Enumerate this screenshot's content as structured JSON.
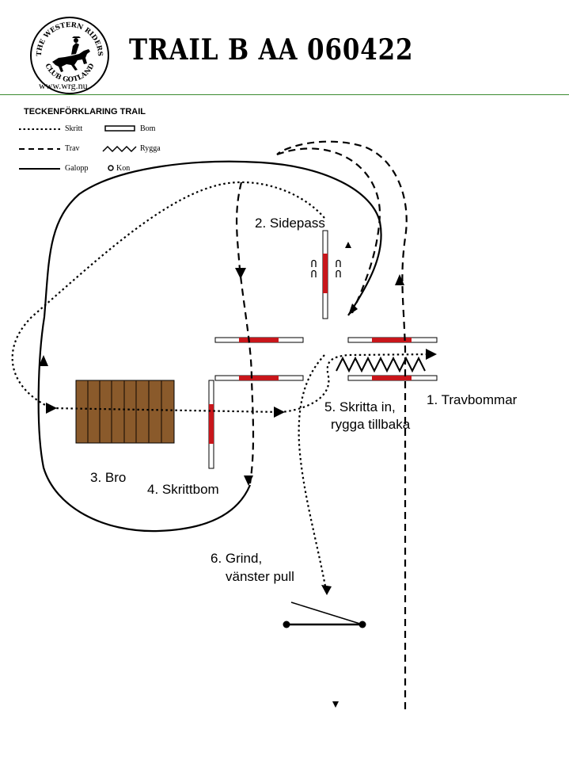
{
  "header": {
    "title": "TRAIL B AA 060422",
    "website": "www.wrg.nu",
    "logo_top_text": "THE WESTERN RIDERS",
    "logo_bottom_text": "CLUB GOTLAND"
  },
  "legend": {
    "title": "TECKENFÖRKLARING TRAIL",
    "items": {
      "walk": "Skritt",
      "trot": "Trav",
      "lope": "Galopp",
      "pole": "Bom",
      "back_up": "Rygga",
      "cone": "Kon"
    }
  },
  "obstacles": {
    "trot_poles": "1. Travbommar",
    "sidepass": "2. Sidepass",
    "bridge": "3. Bro",
    "walk_pole": "4. Skrittbom",
    "walk_in_back_up_line1": "5. Skritta in,",
    "walk_in_back_up_line2": "rygga tillbaka",
    "gate_line1": "6. Grind,",
    "gate_line2": "vänster pull"
  },
  "colors": {
    "pole_red": "#c8161b",
    "bridge_brown": "#8a5a2b",
    "rule_green": "#3a8a2f",
    "ink": "#000000"
  }
}
